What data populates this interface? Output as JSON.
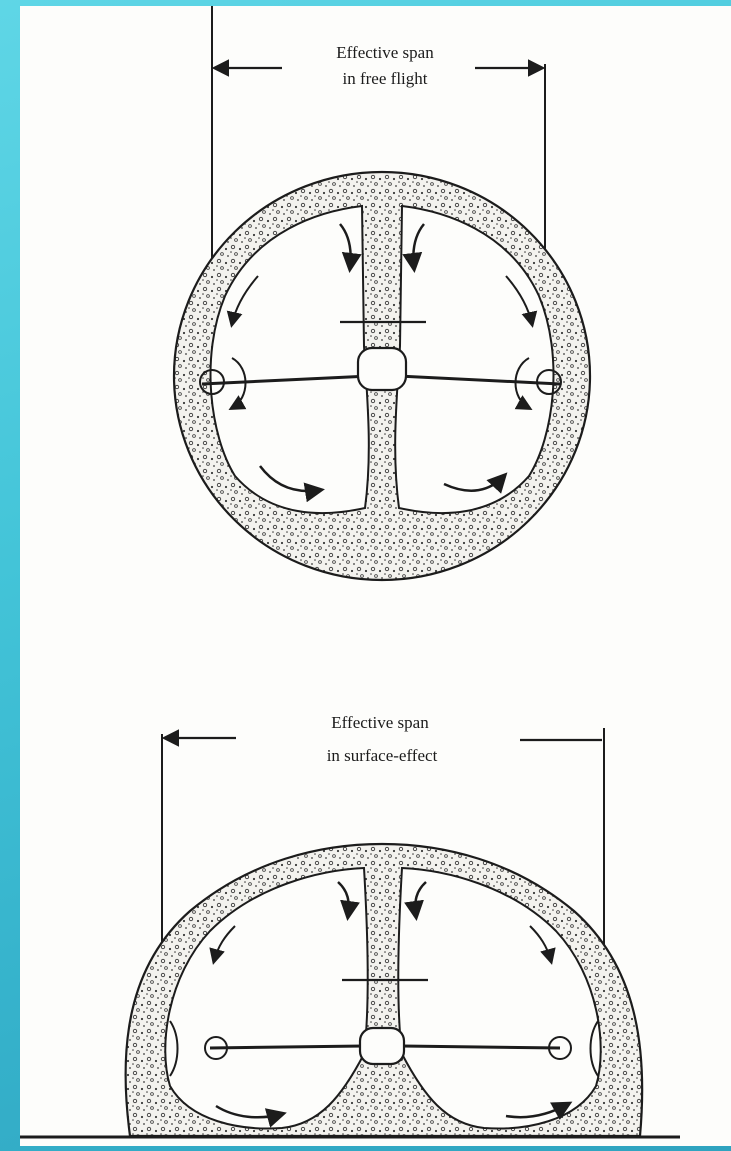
{
  "top_figure": {
    "label_line1": "Effective span",
    "label_line2": "in free flight"
  },
  "bottom_figure": {
    "label_line1": "Effective span",
    "label_line2": "in surface-effect"
  },
  "colors": {
    "background": "#44c4d8",
    "sheet": "#fdfdfb",
    "ink": "#1c1c1c",
    "stipple": "#3a3a3a"
  }
}
